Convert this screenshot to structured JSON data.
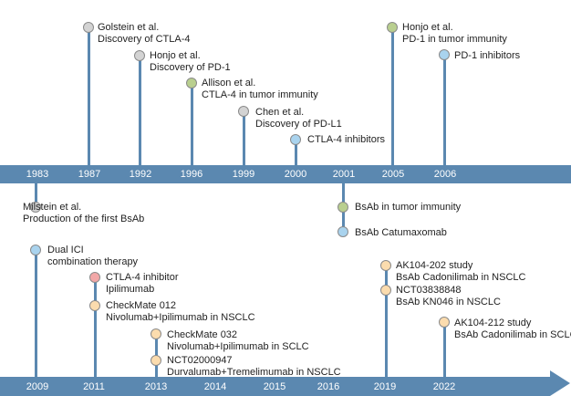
{
  "colors": {
    "bar": "#5b88b0",
    "gray": "#d3d3d3",
    "green": "#b9cf8f",
    "blue": "#a9d3ee",
    "pink": "#f2a7a7",
    "peach": "#fbdcae"
  },
  "top_timeline": {
    "years": [
      "1983",
      "1987",
      "1992",
      "1996",
      "1999",
      "2000",
      "2001",
      "2005",
      "2006"
    ],
    "events": [
      {
        "color": "gray",
        "lines": [
          "Golstein et al.",
          "Discovery of CTLA-4"
        ]
      },
      {
        "color": "gray",
        "lines": [
          "Honjo et al.",
          "Discovery of PD-1"
        ]
      },
      {
        "color": "green",
        "lines": [
          "Allison et al.",
          "CTLA-4 in tumor immunity"
        ]
      },
      {
        "color": "gray",
        "lines": [
          "Chen et al.",
          "Discovery of PD-L1"
        ]
      },
      {
        "color": "blue",
        "lines": [
          "CTLA-4 inhibitors"
        ]
      },
      {
        "color": "green",
        "lines": [
          "Honjo et al.",
          "PD-1 in tumor immunity"
        ]
      },
      {
        "color": "blue",
        "lines": [
          "PD-1 inhibitors"
        ]
      },
      {
        "color": "gray",
        "lines": [
          "Milstein et al.",
          "Production of the first BsAb"
        ]
      },
      {
        "color": "green",
        "lines": [
          "BsAb in tumor immunity"
        ]
      },
      {
        "color": "blue",
        "lines": [
          "BsAb Catumaxomab"
        ]
      }
    ]
  },
  "bottom_timeline": {
    "years": [
      "2009",
      "2011",
      "2013",
      "2014",
      "2015",
      "2016",
      "2019",
      "2022"
    ],
    "events": [
      {
        "color": "blue",
        "lines": [
          "Dual ICI",
          "combination therapy"
        ]
      },
      {
        "color": "pink",
        "lines": [
          "CTLA-4 inhibitor",
          "Ipilimumab"
        ]
      },
      {
        "color": "peach",
        "lines": [
          "CheckMate 012",
          "Nivolumab+Ipilimumab in NSCLC"
        ]
      },
      {
        "color": "peach",
        "lines": [
          "CheckMate 032",
          "Nivolumab+Ipilimumab in SCLC"
        ]
      },
      {
        "color": "peach",
        "lines": [
          "NCT02000947",
          "Durvalumab+Tremelimumab in NSCLC"
        ]
      },
      {
        "color": "peach",
        "lines": [
          "AK104-202 study",
          "BsAb Cadonilimab in NSCLC"
        ]
      },
      {
        "color": "peach",
        "lines": [
          "NCT03838848",
          "BsAb KN046 in NSCLC"
        ]
      },
      {
        "color": "peach",
        "lines": [
          "AK104-212 study",
          "BsAb Cadonilimab in SCLC"
        ]
      }
    ]
  }
}
